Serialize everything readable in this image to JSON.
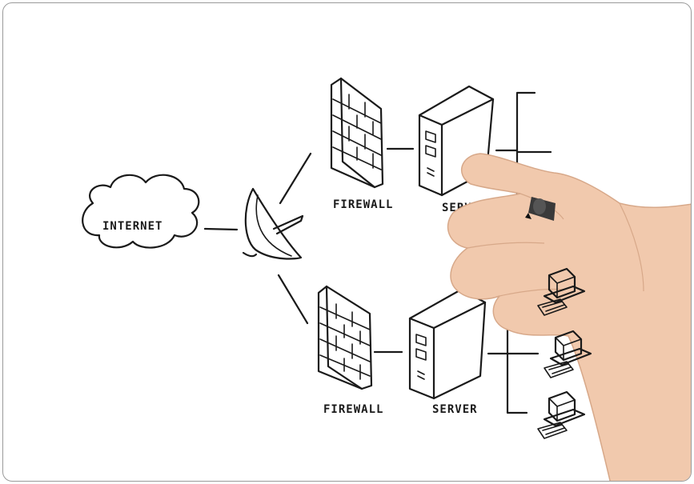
{
  "labels": {
    "internet": "INTERNET",
    "firewall_top": "FIREWALL",
    "firewall_bottom": "FIREWALL",
    "server_top": "SERVER",
    "server_bottom": "SERVER"
  },
  "icons": [
    "cloud-icon",
    "satellite-dish-icon",
    "firewall-icon",
    "server-icon",
    "computer-icon",
    "hand-icon",
    "marker-icon"
  ],
  "colors": {
    "ink": "#1a1a1a",
    "skin": "#f1c9ad",
    "background": "#ffffff"
  }
}
